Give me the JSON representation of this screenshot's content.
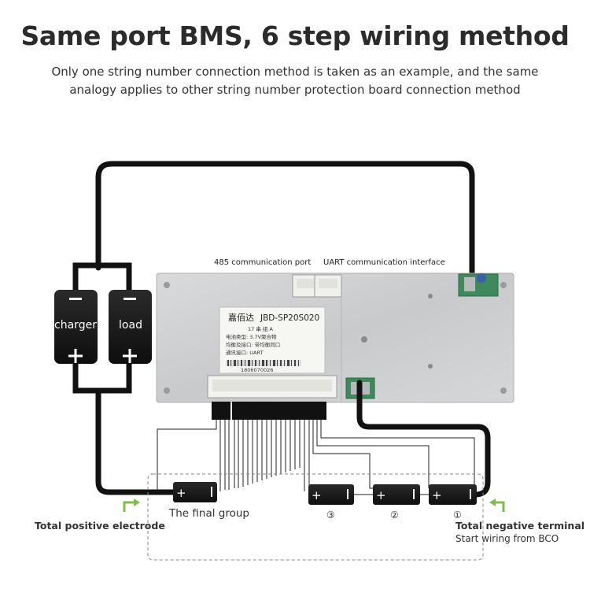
{
  "header": {
    "title": "Same port BMS, 6 step wiring method",
    "subtitle": "Only one string number connection method is taken as an example, and the same analogy applies to other string number protection board connection method"
  },
  "board": {
    "port_485_label": "485 communication port",
    "uart_label": "UART communication interface",
    "brand": "嘉佰达",
    "model": "JBD-SP20S020",
    "row1": "17  串  组      A",
    "row2": "电池类型:   3.7V聚合物",
    "row3": "均衡及接口:  带均衡同口",
    "row4": "通讯接口:      UART",
    "serial": "1806070026"
  },
  "devices": {
    "charger": "charger",
    "load": "load",
    "minus": "−",
    "plus": "+"
  },
  "cells": {
    "final_group": "The final group",
    "cell3": "③",
    "cell2": "②",
    "cell1": "①",
    "plus": "+",
    "minus": "ı"
  },
  "labels": {
    "total_positive": "Total positive electrode",
    "total_negative": "Total negative terminal",
    "start_wiring": "Start wiring from BCO"
  },
  "colors": {
    "wire": "#111111",
    "arrow": "#7cc04a",
    "board": "#cfd0d2",
    "battery": "#1a1a1a"
  }
}
